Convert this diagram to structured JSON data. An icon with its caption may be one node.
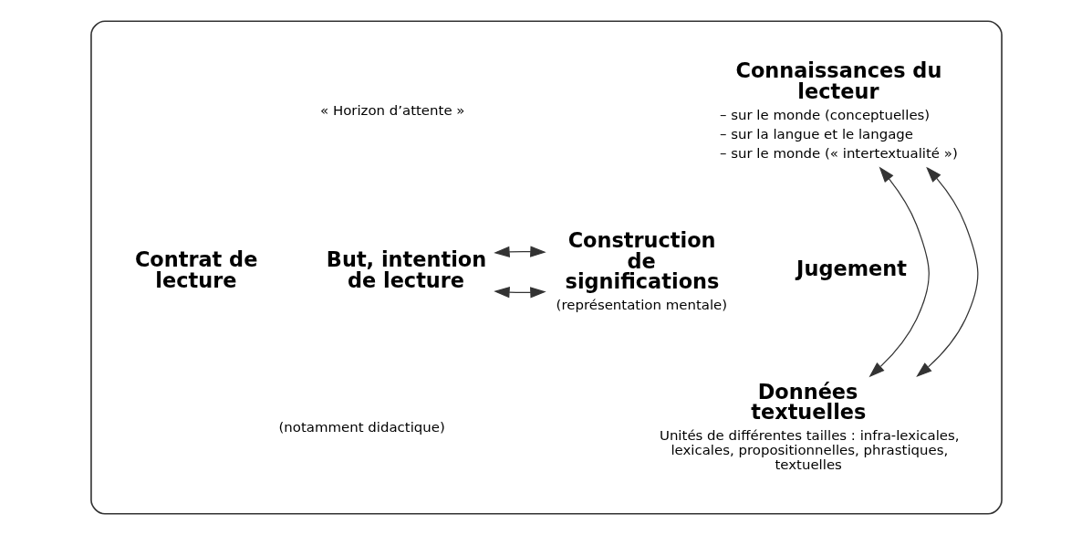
{
  "diagram": {
    "nodes": [
      {
        "text": [],
        "shape": "ellipse"
      },
      {
        "text": [
          "Connaissances du lecteur",
          "– sur le monde (conceptuelles)",
          "– sur la langue et le langage",
          "– sur le monde (« intertextualité »)"
        ],
        "in": 0
      },
      {
        "text": [
          "But, intention de lecture"
        ],
        "in": 0
      },
      {
        "text": [
          "Construction de significations",
          "(représentation mentale)"
        ],
        "in": 0
      },
      {
        "text": [
          "Données textuelles",
          "Unités de différentes tailles : infra-lexicales, lexicales, propositionnelles, phrastiques, textuelles"
        ],
        "in": 0
      }
    ],
    "edges": [
      {
        "from": 1,
        "to": 4,
        "arrow": "both"
      },
      {
        "from": 1,
        "to": 4,
        "arrow": "both"
      },
      {
        "from": 2,
        "to": 3,
        "arrow": "both"
      },
      {
        "from": 2,
        "to": 3,
        "arrow": "both"
      }
    ],
    "labels": [
      "« Horizon d’attente »",
      "Contrat de lecture",
      "(notamment didactique)",
      "Jugement"
    ]
  }
}
